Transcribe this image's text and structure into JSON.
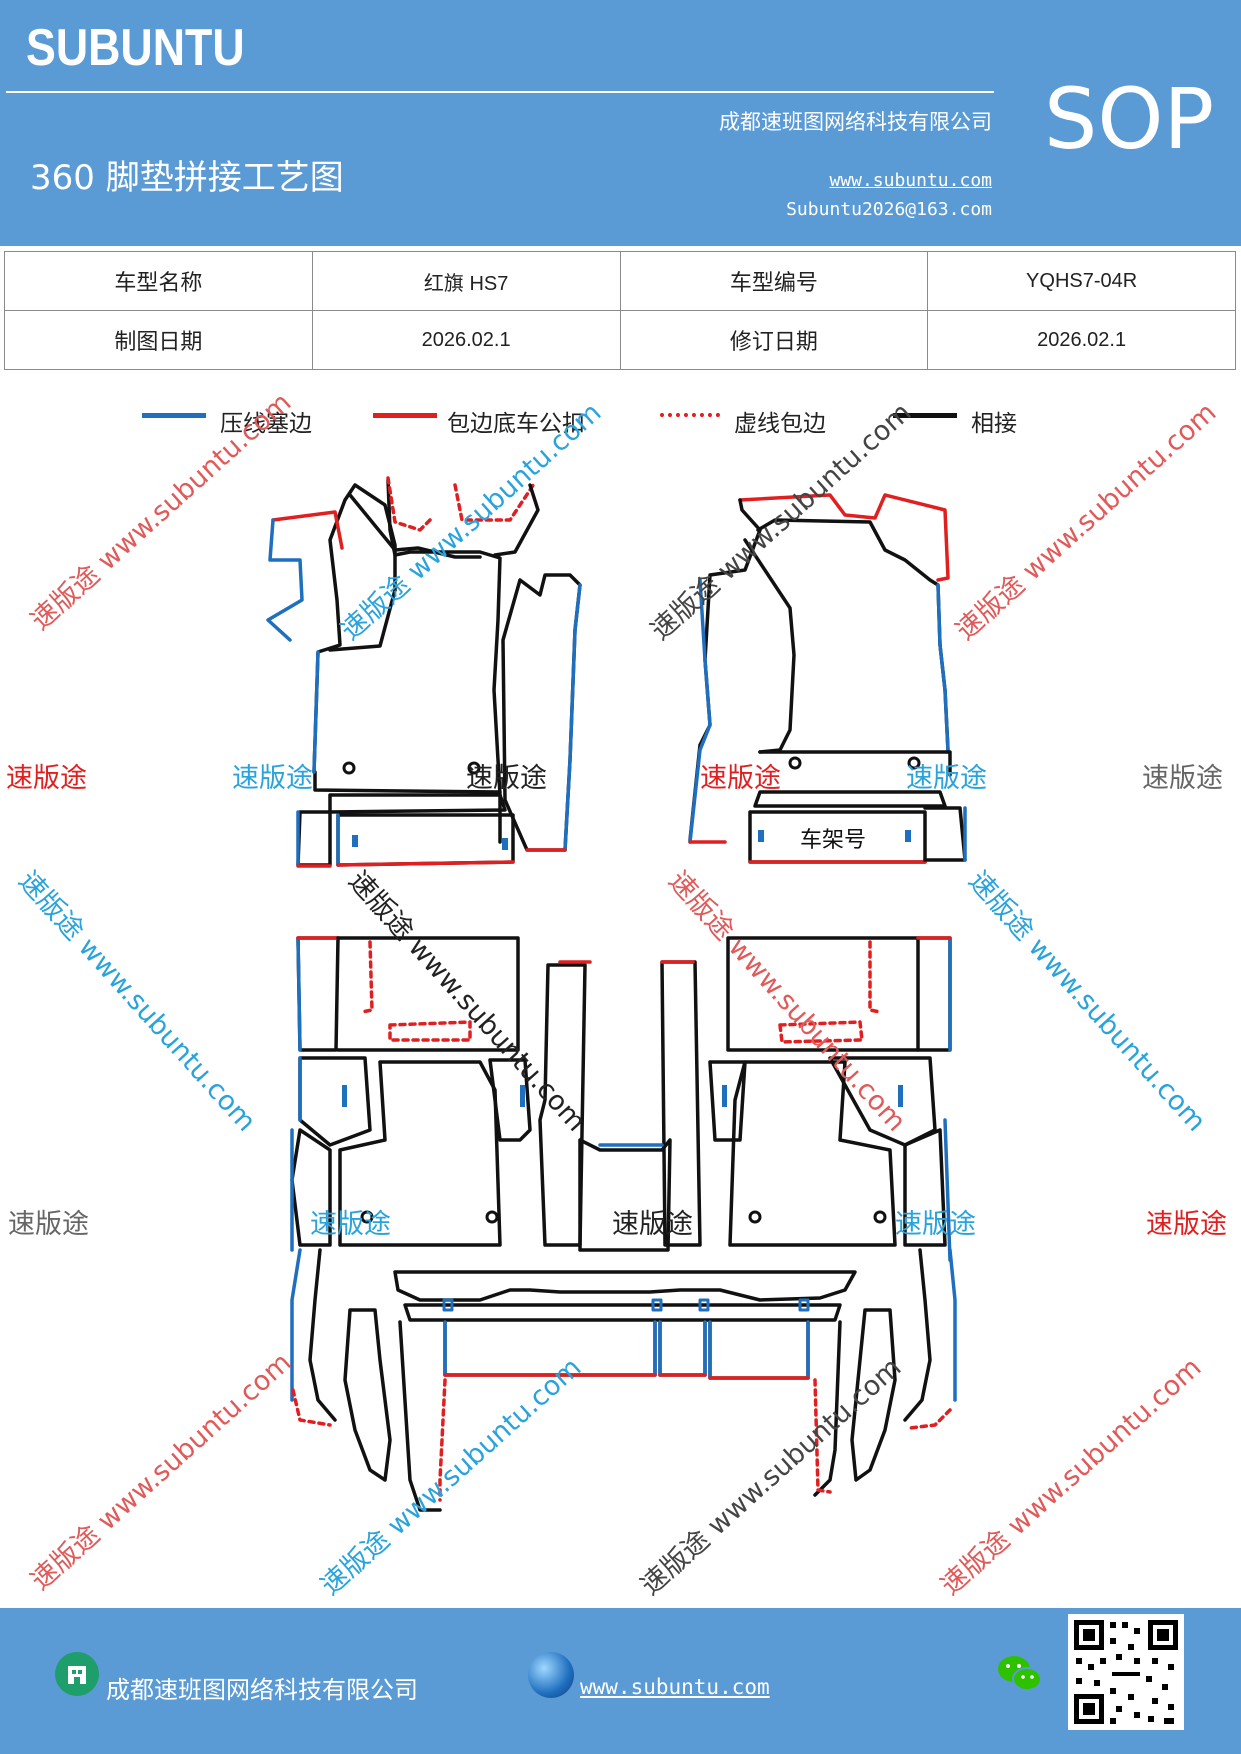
{
  "header": {
    "brand": "SUBUNTU",
    "company": "成都速班图网络科技有限公司",
    "title": "360 脚垫拼接工艺图",
    "website": "www.subuntu.com",
    "email": "Subuntu2026@163.com",
    "badge": "SOP"
  },
  "info_table": {
    "rows": [
      {
        "label1": "车型名称",
        "value1": "红旗 HS7",
        "label2": "车型编号",
        "value2": "YQHS7-04R"
      },
      {
        "label1": "制图日期",
        "value1": "2026.02.1",
        "label2": "修订日期",
        "value2": "2026.02.1"
      }
    ]
  },
  "legend": [
    {
      "label": "压线塞边",
      "color": "#1f6fbf",
      "style": "solid"
    },
    {
      "label": "包边底车公扣",
      "color": "#e02020",
      "style": "solid"
    },
    {
      "label": "虚线包边",
      "color": "#e02020",
      "style": "dashed"
    },
    {
      "label": "相接",
      "color": "#111111",
      "style": "solid"
    }
  ],
  "diagram": {
    "frame_label": "车架号"
  },
  "watermarks": {
    "cn": "速版途",
    "full": "速版途 www.subuntu.com"
  },
  "footer": {
    "company": "成都速班图网络科技有限公司",
    "website": "www.subuntu.com",
    "icons": [
      "building-icon",
      "globe-icon",
      "wechat-icon",
      "qr-code"
    ]
  },
  "colors": {
    "header_bg": "#5b9bd5",
    "blue_line": "#1f6fbf",
    "red_line": "#e02020",
    "black_line": "#111111"
  }
}
